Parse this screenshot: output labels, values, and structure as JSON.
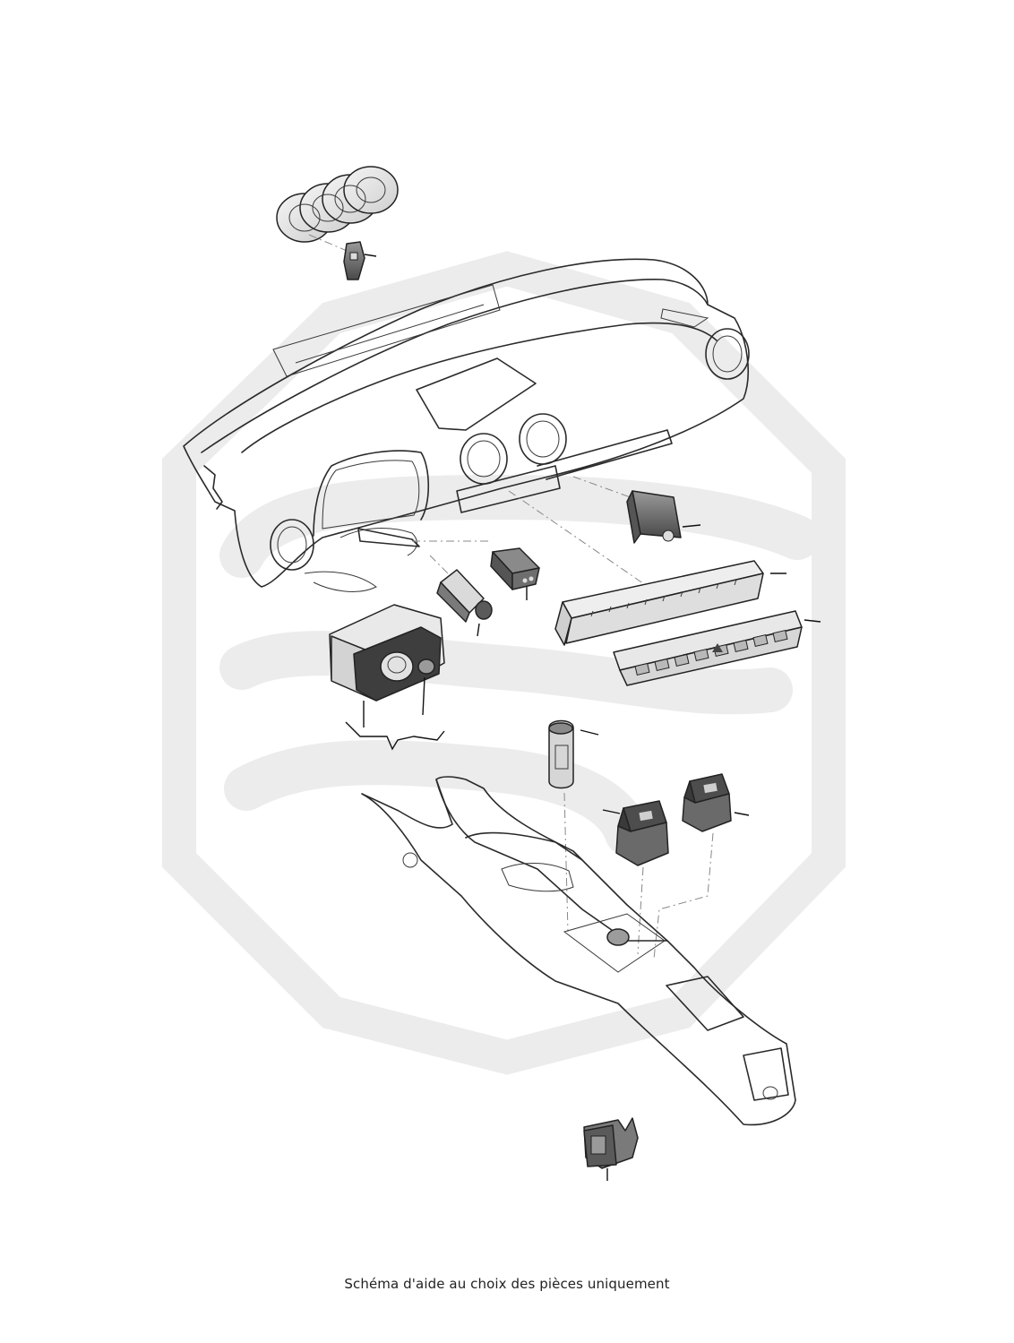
{
  "caption": "Schéma d'aide au choix des pièces uniquement",
  "colors": {
    "watermark": "#ececec",
    "line": "#2a2a2a",
    "shade": "#d9d9d9",
    "dark_part": "#6a6a6a"
  },
  "watermark_icon": "stylized-s-hexagon-logo",
  "parts": [
    {
      "name": "four-ring-emblem",
      "icon": "rings-logo"
    },
    {
      "name": "emblem-switch"
    },
    {
      "name": "dashboard-assembly"
    },
    {
      "name": "dash-switch-module"
    },
    {
      "name": "vent-panel-strip"
    },
    {
      "name": "center-button-strip"
    },
    {
      "name": "small-dash-switch"
    },
    {
      "name": "ignition-lock"
    },
    {
      "name": "headlight-switch-unit"
    },
    {
      "name": "start-stop-button"
    },
    {
      "name": "parking-brake-switch-left"
    },
    {
      "name": "parking-brake-switch-right"
    },
    {
      "name": "center-console"
    },
    {
      "name": "lower-console-switch"
    }
  ]
}
